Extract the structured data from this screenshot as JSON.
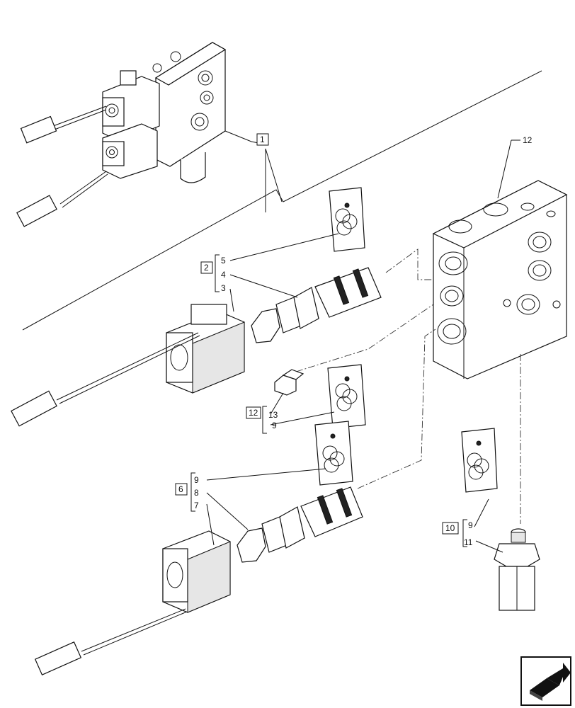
{
  "callouts": {
    "c1": "1",
    "c2": "2",
    "c3": "3",
    "c4": "4",
    "c5": "5",
    "c6": "6",
    "c7": "7",
    "c8": "8",
    "c9a": "9",
    "c9b": "9",
    "c9c": "9",
    "c10": "10",
    "c11": "11",
    "c12a": "12",
    "c12b": "12",
    "c13": "13"
  },
  "icons": {
    "nav": "next-page-arrow-icon"
  }
}
